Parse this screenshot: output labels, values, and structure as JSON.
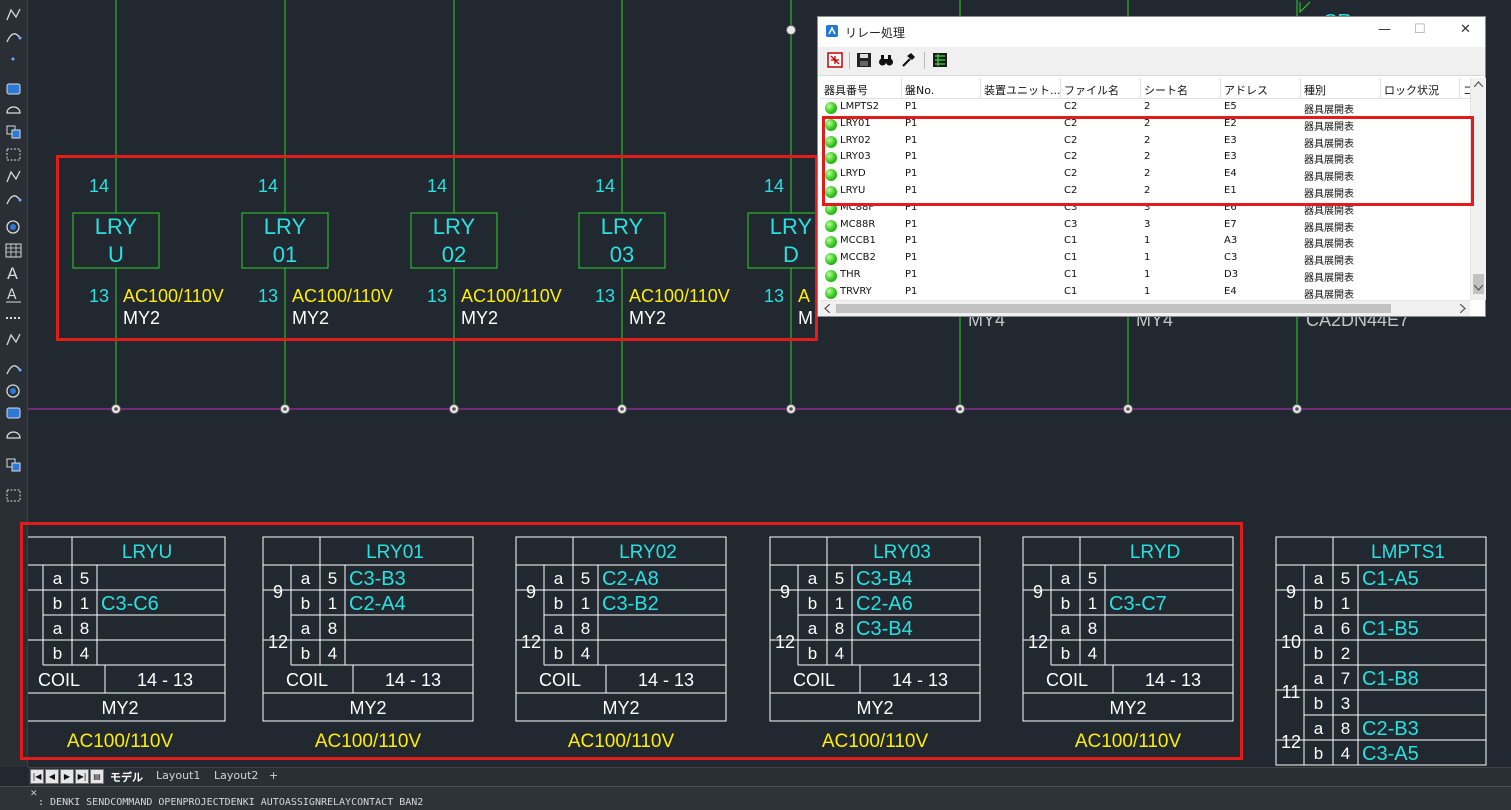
{
  "toolbar": {
    "icons": [
      "polyline-icon",
      "arc-icon",
      "point-icon",
      "circle-icon",
      "hatch-icon",
      "rectangle-icon",
      "revcloud-icon",
      "spline-icon",
      "boundary-icon",
      "region-icon",
      "table-icon",
      "text-icon",
      "mtext-icon",
      "dashed-line-icon",
      "copy-icon",
      "move-icon",
      "rotate-icon",
      "scale-icon",
      "stretch-icon",
      "block-icon",
      "attribute-icon"
    ]
  },
  "relay_symbols": [
    {
      "pin_top": "14",
      "name_line1": "LRY",
      "name_line2": "U",
      "pin_bottom": "13",
      "voltage": "AC100/110V",
      "model": "MY2"
    },
    {
      "pin_top": "14",
      "name_line1": "LRY",
      "name_line2": "01",
      "pin_bottom": "13",
      "voltage": "AC100/110V",
      "model": "MY2"
    },
    {
      "pin_top": "14",
      "name_line1": "LRY",
      "name_line2": "02",
      "pin_bottom": "13",
      "voltage": "AC100/110V",
      "model": "MY2"
    },
    {
      "pin_top": "14",
      "name_line1": "LRY",
      "name_line2": "03",
      "pin_bottom": "13",
      "voltage": "AC100/110V",
      "model": "MY2"
    },
    {
      "pin_top": "14",
      "name_line1": "LRY",
      "name_line2": "D",
      "pin_bottom": "13",
      "voltage": "A",
      "model": "M"
    }
  ],
  "right_labels": [
    "MY4",
    "MY4",
    "CA2DN44E7"
  ],
  "corner_label": "CR",
  "contact_tables": [
    {
      "title": "LRYU",
      "groups": [
        {
          "num": "",
          "rows": [
            {
              "t": "a",
              "n": "5",
              "ref": ""
            },
            {
              "t": "b",
              "n": "1",
              "ref": "C3-C6"
            }
          ]
        },
        {
          "num": "",
          "rows": [
            {
              "t": "a",
              "n": "8",
              "ref": ""
            },
            {
              "t": "b",
              "n": "4",
              "ref": ""
            }
          ]
        }
      ],
      "coil_label": "COIL",
      "coil_pins": "14 - 13",
      "model": "MY2",
      "voltage": "AC100/110V"
    },
    {
      "title": "LRY01",
      "groups": [
        {
          "num": "9",
          "rows": [
            {
              "t": "a",
              "n": "5",
              "ref": "C3-B3"
            },
            {
              "t": "b",
              "n": "1",
              "ref": "C2-A4"
            }
          ]
        },
        {
          "num": "12",
          "rows": [
            {
              "t": "a",
              "n": "8",
              "ref": ""
            },
            {
              "t": "b",
              "n": "4",
              "ref": ""
            }
          ]
        }
      ],
      "coil_label": "COIL",
      "coil_pins": "14 - 13",
      "model": "MY2",
      "voltage": "AC100/110V"
    },
    {
      "title": "LRY02",
      "groups": [
        {
          "num": "9",
          "rows": [
            {
              "t": "a",
              "n": "5",
              "ref": "C2-A8"
            },
            {
              "t": "b",
              "n": "1",
              "ref": "C3-B2"
            }
          ]
        },
        {
          "num": "12",
          "rows": [
            {
              "t": "a",
              "n": "8",
              "ref": ""
            },
            {
              "t": "b",
              "n": "4",
              "ref": ""
            }
          ]
        }
      ],
      "coil_label": "COIL",
      "coil_pins": "14 - 13",
      "model": "MY2",
      "voltage": "AC100/110V"
    },
    {
      "title": "LRY03",
      "groups": [
        {
          "num": "9",
          "rows": [
            {
              "t": "a",
              "n": "5",
              "ref": "C3-B4"
            },
            {
              "t": "b",
              "n": "1",
              "ref": "C2-A6"
            }
          ]
        },
        {
          "num": "12",
          "rows": [
            {
              "t": "a",
              "n": "8",
              "ref": "C3-B4"
            },
            {
              "t": "b",
              "n": "4",
              "ref": ""
            }
          ]
        }
      ],
      "coil_label": "COIL",
      "coil_pins": "14 - 13",
      "model": "MY2",
      "voltage": "AC100/110V"
    },
    {
      "title": "LRYD",
      "groups": [
        {
          "num": "9",
          "rows": [
            {
              "t": "a",
              "n": "5",
              "ref": ""
            },
            {
              "t": "b",
              "n": "1",
              "ref": "C3-C7"
            }
          ]
        },
        {
          "num": "12",
          "rows": [
            {
              "t": "a",
              "n": "8",
              "ref": ""
            },
            {
              "t": "b",
              "n": "4",
              "ref": ""
            }
          ]
        }
      ],
      "coil_label": "COIL",
      "coil_pins": "14 - 13",
      "model": "MY2",
      "voltage": "AC100/110V"
    },
    {
      "title": "LMPTS1",
      "groups": [
        {
          "num": "9",
          "rows": [
            {
              "t": "a",
              "n": "5",
              "ref": "C1-A5"
            },
            {
              "t": "b",
              "n": "1",
              "ref": ""
            }
          ]
        },
        {
          "num": "10",
          "rows": [
            {
              "t": "a",
              "n": "6",
              "ref": "C1-B5"
            },
            {
              "t": "b",
              "n": "2",
              "ref": ""
            }
          ]
        },
        {
          "num": "11",
          "rows": [
            {
              "t": "a",
              "n": "7",
              "ref": "C1-B8"
            },
            {
              "t": "b",
              "n": "3",
              "ref": ""
            }
          ]
        },
        {
          "num": "12",
          "rows": [
            {
              "t": "a",
              "n": "8",
              "ref": "C2-B3"
            },
            {
              "t": "b",
              "n": "4",
              "ref": "C3-A5"
            }
          ]
        }
      ],
      "coil_label": "",
      "coil_pins": "",
      "model": "",
      "voltage": ""
    }
  ],
  "dialog": {
    "title": "リレー処理",
    "window_buttons": {
      "minimize": "—",
      "maximize": "☐",
      "close": "✕"
    },
    "columns": [
      "器具番号",
      "盤No.",
      "装置ユニット...",
      "ファイル名",
      "シート名",
      "アドレス",
      "種別",
      "ロック状況",
      "コ"
    ],
    "rows": [
      [
        "LMPTS2",
        "P1",
        "",
        "C2",
        "2",
        "E5",
        "器具展開表"
      ],
      [
        "LRY01",
        "P1",
        "",
        "C2",
        "2",
        "E2",
        "器具展開表"
      ],
      [
        "LRY02",
        "P1",
        "",
        "C2",
        "2",
        "E3",
        "器具展開表"
      ],
      [
        "LRY03",
        "P1",
        "",
        "C2",
        "2",
        "E3",
        "器具展開表"
      ],
      [
        "LRYD",
        "P1",
        "",
        "C2",
        "2",
        "E4",
        "器具展開表"
      ],
      [
        "LRYU",
        "P1",
        "",
        "C2",
        "2",
        "E1",
        "器具展開表"
      ],
      [
        "MC88F",
        "P1",
        "",
        "C3",
        "3",
        "E6",
        "器具展開表"
      ],
      [
        "MC88R",
        "P1",
        "",
        "C3",
        "3",
        "E7",
        "器具展開表"
      ],
      [
        "MCCB1",
        "P1",
        "",
        "C1",
        "1",
        "A3",
        "器具展開表"
      ],
      [
        "MCCB2",
        "P1",
        "",
        "C1",
        "1",
        "C3",
        "器具展開表"
      ],
      [
        "THR",
        "P1",
        "",
        "C1",
        "1",
        "D3",
        "器具展開表"
      ],
      [
        "TRVRY",
        "P1",
        "",
        "C1",
        "1",
        "E4",
        "器具展開表"
      ]
    ],
    "toolbar_icons": [
      "relay-grid-icon",
      "save-icon",
      "binoculars-icon",
      "hammer-icon",
      "export-icon"
    ]
  },
  "layout_tabs": [
    "モデル",
    "Layout1",
    "Layout2",
    "+"
  ],
  "command_line": ": DENKI SENDCOMMAND OPENPROJECTDENKI AUTOASSIGNRELAYCONTACT BAN2",
  "colors": {
    "wire": "#2fd12f",
    "bus": "#c62bc6",
    "cyan": "#27e1e1",
    "yellow": "#ffee00",
    "white": "#ffffff",
    "highlight": "#e21b1b",
    "canvas": "#212830"
  }
}
